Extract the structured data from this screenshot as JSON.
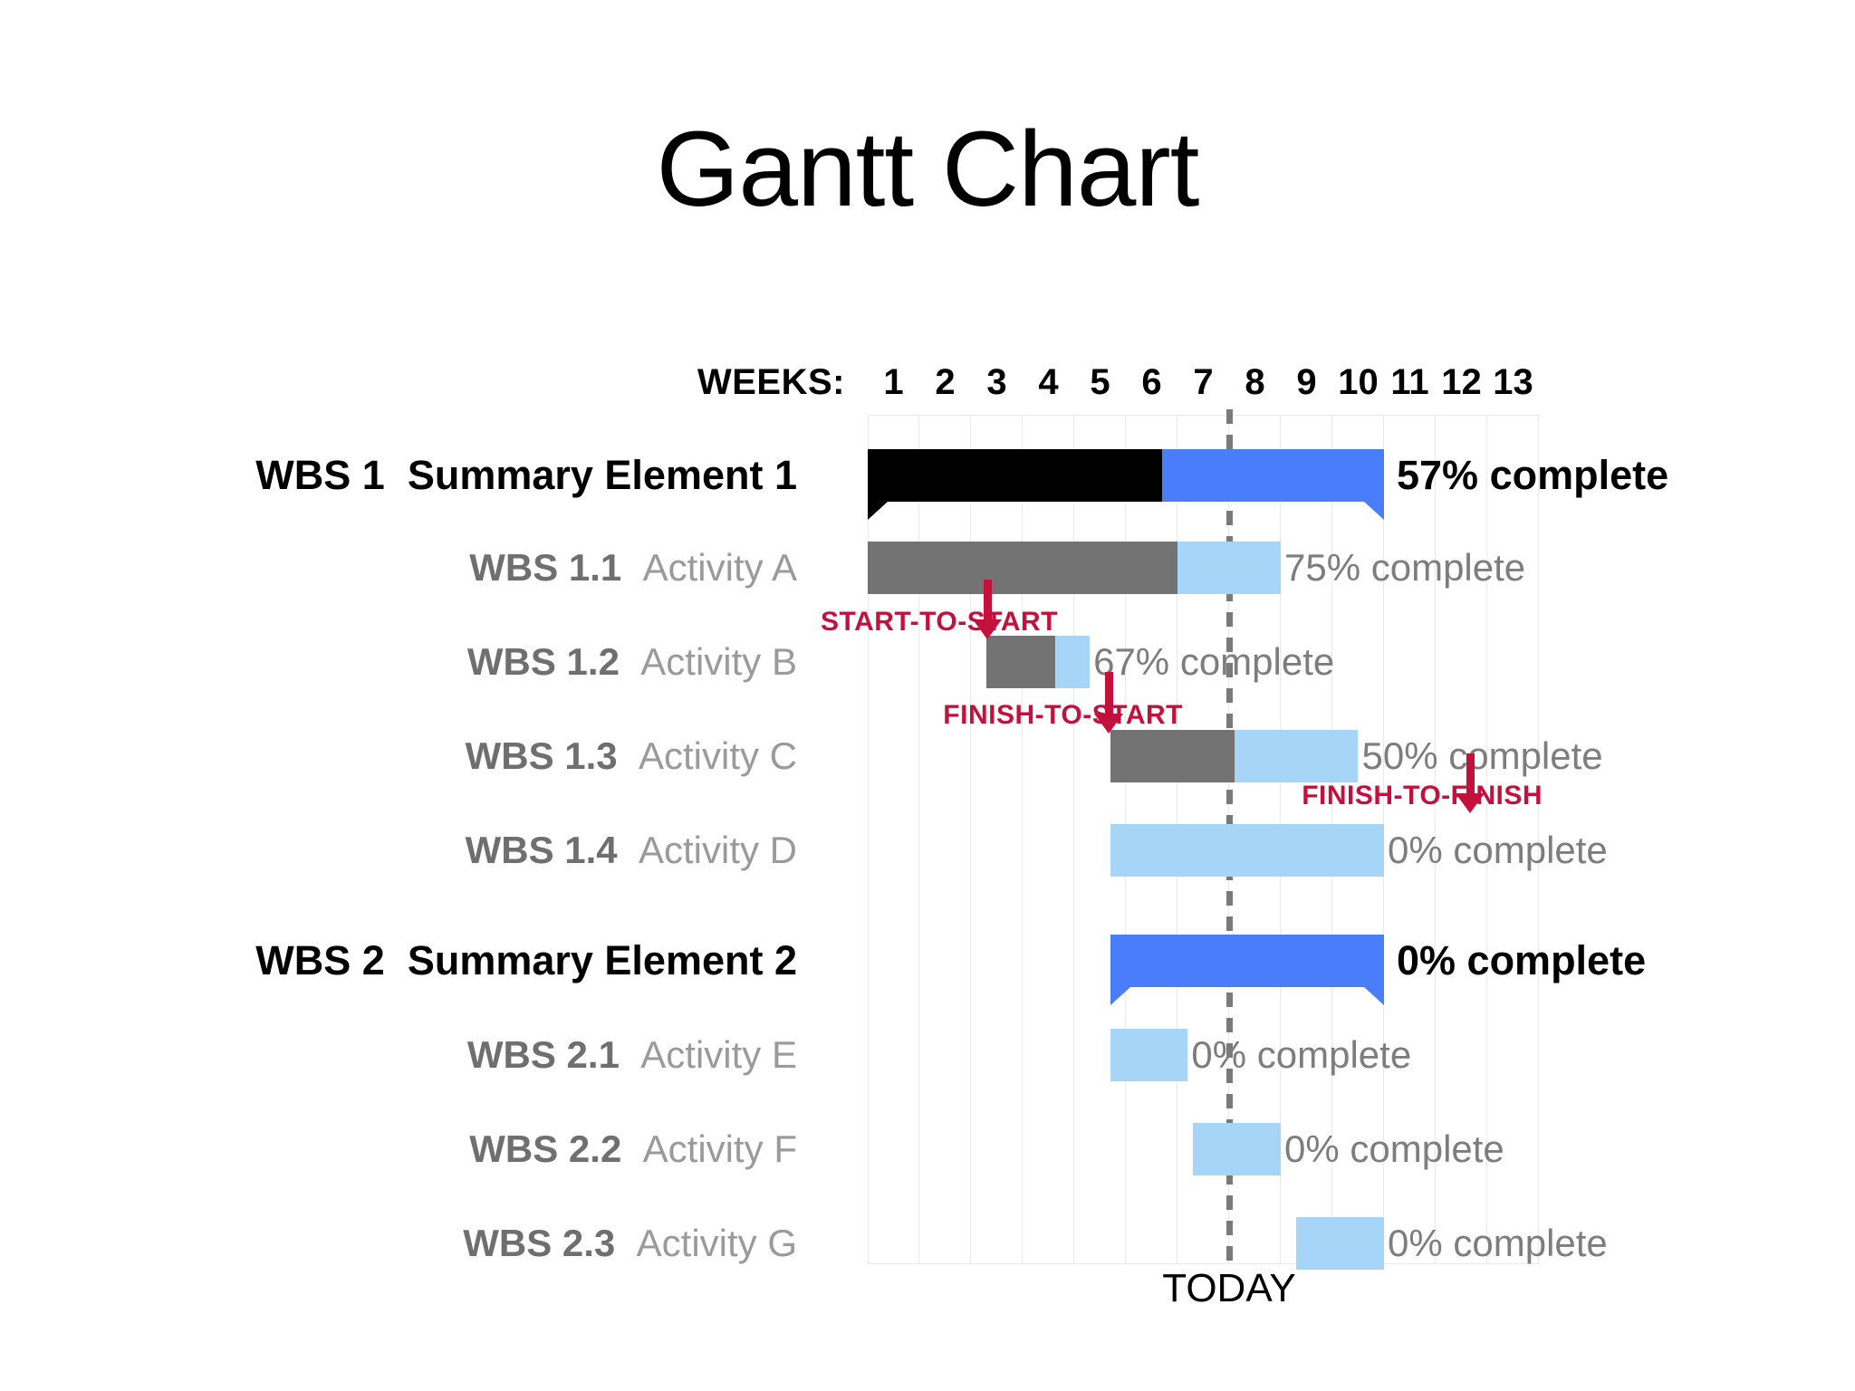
{
  "title": "Gantt Chart",
  "weeks_label": "WEEKS:",
  "today_label": "TODAY",
  "colors": {
    "summary_done": "#000000",
    "summary_remaining": "#4a7dfa",
    "task_done": "#737373",
    "task_remaining": "#a7d5f7",
    "dependency": "#c3103c",
    "today_line": "#7a7a7a",
    "grid": "#e9e9e9"
  },
  "chart_data": {
    "type": "bar",
    "title": "Gantt Chart",
    "xlabel": "WEEKS:",
    "ylabel": "",
    "xlim": [
      0,
      13
    ],
    "grid": true,
    "legend": "none",
    "tick_labels": [
      "1",
      "2",
      "3",
      "4",
      "5",
      "6",
      "7",
      "8",
      "9",
      "10",
      "11",
      "12",
      "13"
    ],
    "today_marker_week": 7,
    "today_marker_label": "TODAY",
    "categories": [
      "WBS 1 Summary Element 1",
      "WBS 1.1 Activity A",
      "WBS 1.2 Activity B",
      "WBS 1.3 Activity C",
      "WBS 1.4 Activity D",
      "WBS 2 Summary Element 2",
      "WBS 2.1 Activity E",
      "WBS 2.2 Activity F",
      "WBS 2.3 Activity G"
    ],
    "rows": [
      {
        "wbs": "WBS 1",
        "name": "Summary Element 1",
        "type": "summary",
        "start_week": 0,
        "end_week": 10,
        "percent_complete": 57,
        "percent_label": "57% complete"
      },
      {
        "wbs": "WBS 1.1",
        "name": "Activity A",
        "type": "task",
        "start_week": 0,
        "end_week": 8,
        "percent_complete": 75,
        "percent_label": "75% complete"
      },
      {
        "wbs": "WBS 1.2",
        "name": "Activity B",
        "type": "task",
        "start_week": 2.3,
        "end_week": 4.3,
        "percent_complete": 67,
        "percent_label": "67% complete"
      },
      {
        "wbs": "WBS 1.3",
        "name": "Activity C",
        "type": "task",
        "start_week": 4.7,
        "end_week": 9.5,
        "percent_complete": 50,
        "percent_label": "50% complete"
      },
      {
        "wbs": "WBS 1.4",
        "name": "Activity D",
        "type": "task",
        "start_week": 4.7,
        "end_week": 10,
        "percent_complete": 0,
        "percent_label": "0% complete"
      },
      {
        "wbs": "WBS 2",
        "name": "Summary Element 2",
        "type": "summary",
        "start_week": 4.7,
        "end_week": 10,
        "percent_complete": 0,
        "percent_label": "0% complete"
      },
      {
        "wbs": "WBS 2.1",
        "name": "Activity E",
        "type": "task",
        "start_week": 4.7,
        "end_week": 6.2,
        "percent_complete": 0,
        "percent_label": "0% complete"
      },
      {
        "wbs": "WBS 2.2",
        "name": "Activity F",
        "type": "task",
        "start_week": 6.3,
        "end_week": 8.0,
        "percent_complete": 0,
        "percent_label": "0% complete"
      },
      {
        "wbs": "WBS 2.3",
        "name": "Activity G",
        "type": "task",
        "start_week": 8.3,
        "end_week": 10,
        "percent_complete": 0,
        "percent_label": "0% complete"
      }
    ],
    "dependencies": [
      {
        "label": "START-TO-START",
        "target_week": 2.3,
        "from_row": "WBS 1.1 Activity A",
        "to_row": "WBS 1.2 Activity B"
      },
      {
        "label": "FINISH-TO-START",
        "target_week": 4.7,
        "from_row": "WBS 1.2 Activity B",
        "to_row": "WBS 1.3 Activity C"
      },
      {
        "label": "FINISH-TO-FINISH",
        "target_week": 10,
        "from_row": "WBS 1.3 Activity C",
        "to_row": "WBS 1.4 Activity D"
      }
    ]
  }
}
